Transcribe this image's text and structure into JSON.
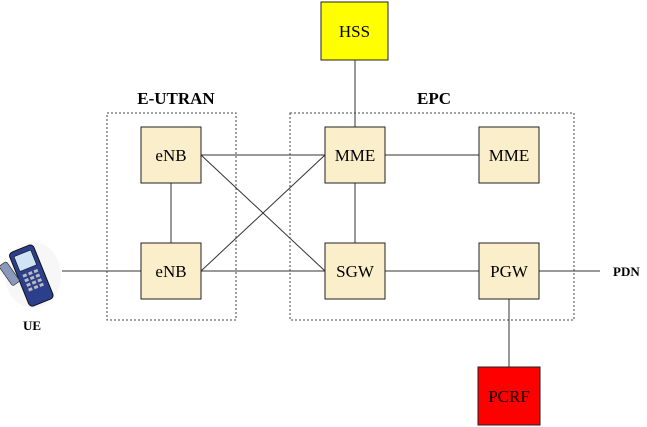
{
  "colors": {
    "node_fill": "#fbeecb",
    "hss_fill": "#ffff00",
    "pcrf_fill": "#ff0000",
    "line": "#333333",
    "border": "#222222"
  },
  "groups": {
    "eutran": {
      "title": "E-UTRAN"
    },
    "epc": {
      "title": "EPC"
    }
  },
  "nodes": {
    "hss": "HSS",
    "enb_top": "eNB",
    "enb_bottom": "eNB",
    "mme_main": "MME",
    "mme_peer": "MME",
    "sgw": "SGW",
    "pgw": "PGW",
    "pcrf": "PCRF"
  },
  "labels": {
    "ue": "UE",
    "pdn": "PDN"
  },
  "icons": {
    "ue": "mobile-phone-icon"
  }
}
